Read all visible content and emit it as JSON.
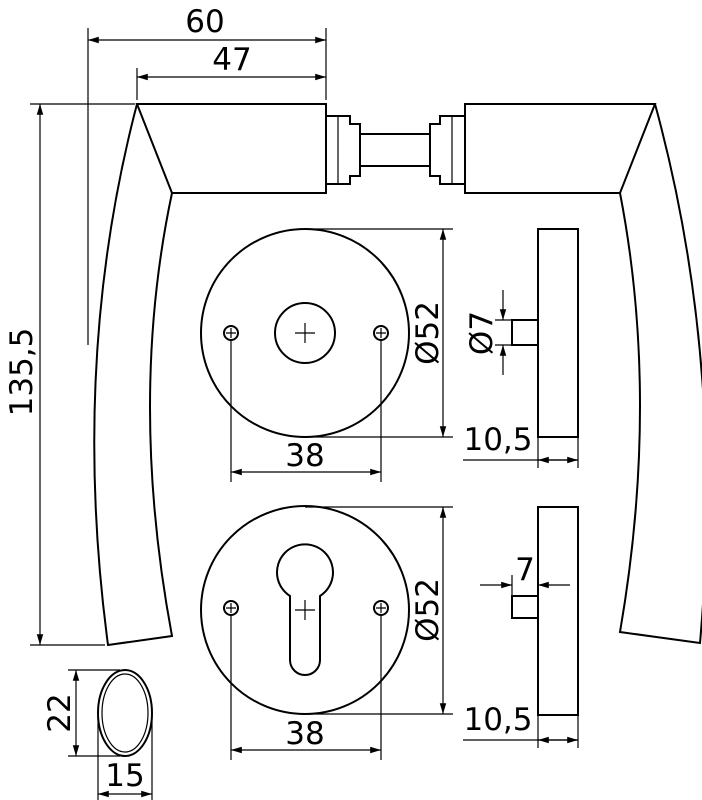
{
  "dimensions": {
    "overall_length": "60",
    "lever_length": "47",
    "lever_height": "135,5",
    "rosette_diameter_top": "Ø52",
    "screw_spacing_top": "38",
    "spindle_diameter": "Ø7",
    "rosette_thickness_top": "10,5",
    "rosette_diameter_bottom": "Ø52",
    "screw_spacing_bottom": "38",
    "spindle_width": "7",
    "rosette_thickness_bottom": "10,5",
    "section_height": "22",
    "section_width": "15"
  },
  "colors": {
    "line": "#000000",
    "background": "#ffffff"
  }
}
